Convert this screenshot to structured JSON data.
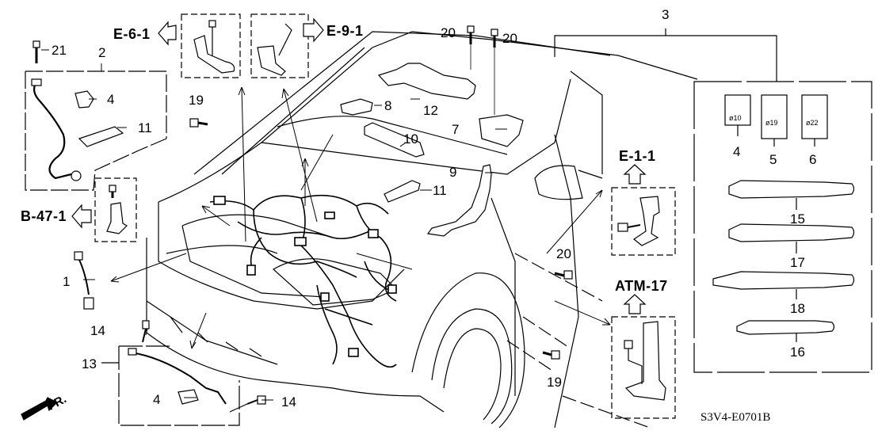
{
  "diagram": {
    "title_code": "S3V4-E0701B",
    "direction_label": "FR.",
    "references": [
      {
        "id": "ref-e-6-1",
        "label": "E-6-1"
      },
      {
        "id": "ref-e-9-1",
        "label": "E-9-1"
      },
      {
        "id": "ref-b-47-1",
        "label": "B-47-1"
      },
      {
        "id": "ref-e-1-1",
        "label": "E-1-1"
      },
      {
        "id": "ref-atm-17",
        "label": "ATM-17"
      }
    ],
    "callouts": {
      "c1": "1",
      "c2": "2",
      "c3": "3",
      "c4a": "4",
      "c4b": "4",
      "c4c": "4",
      "c5": "5",
      "c6": "6",
      "c7": "7",
      "c8": "8",
      "c9": "9",
      "c10": "10",
      "c11a": "11",
      "c11b": "11",
      "c12": "12",
      "c13": "13",
      "c14a": "14",
      "c14b": "14",
      "c15": "15",
      "c16": "16",
      "c17": "17",
      "c18": "18",
      "c19a": "19",
      "c19b": "19",
      "c20a": "20",
      "c20b": "20",
      "c20c": "20",
      "c21": "21"
    },
    "grommet_sizes": {
      "g4": "ø10",
      "g5": "ø19",
      "g6": "ø22"
    }
  }
}
